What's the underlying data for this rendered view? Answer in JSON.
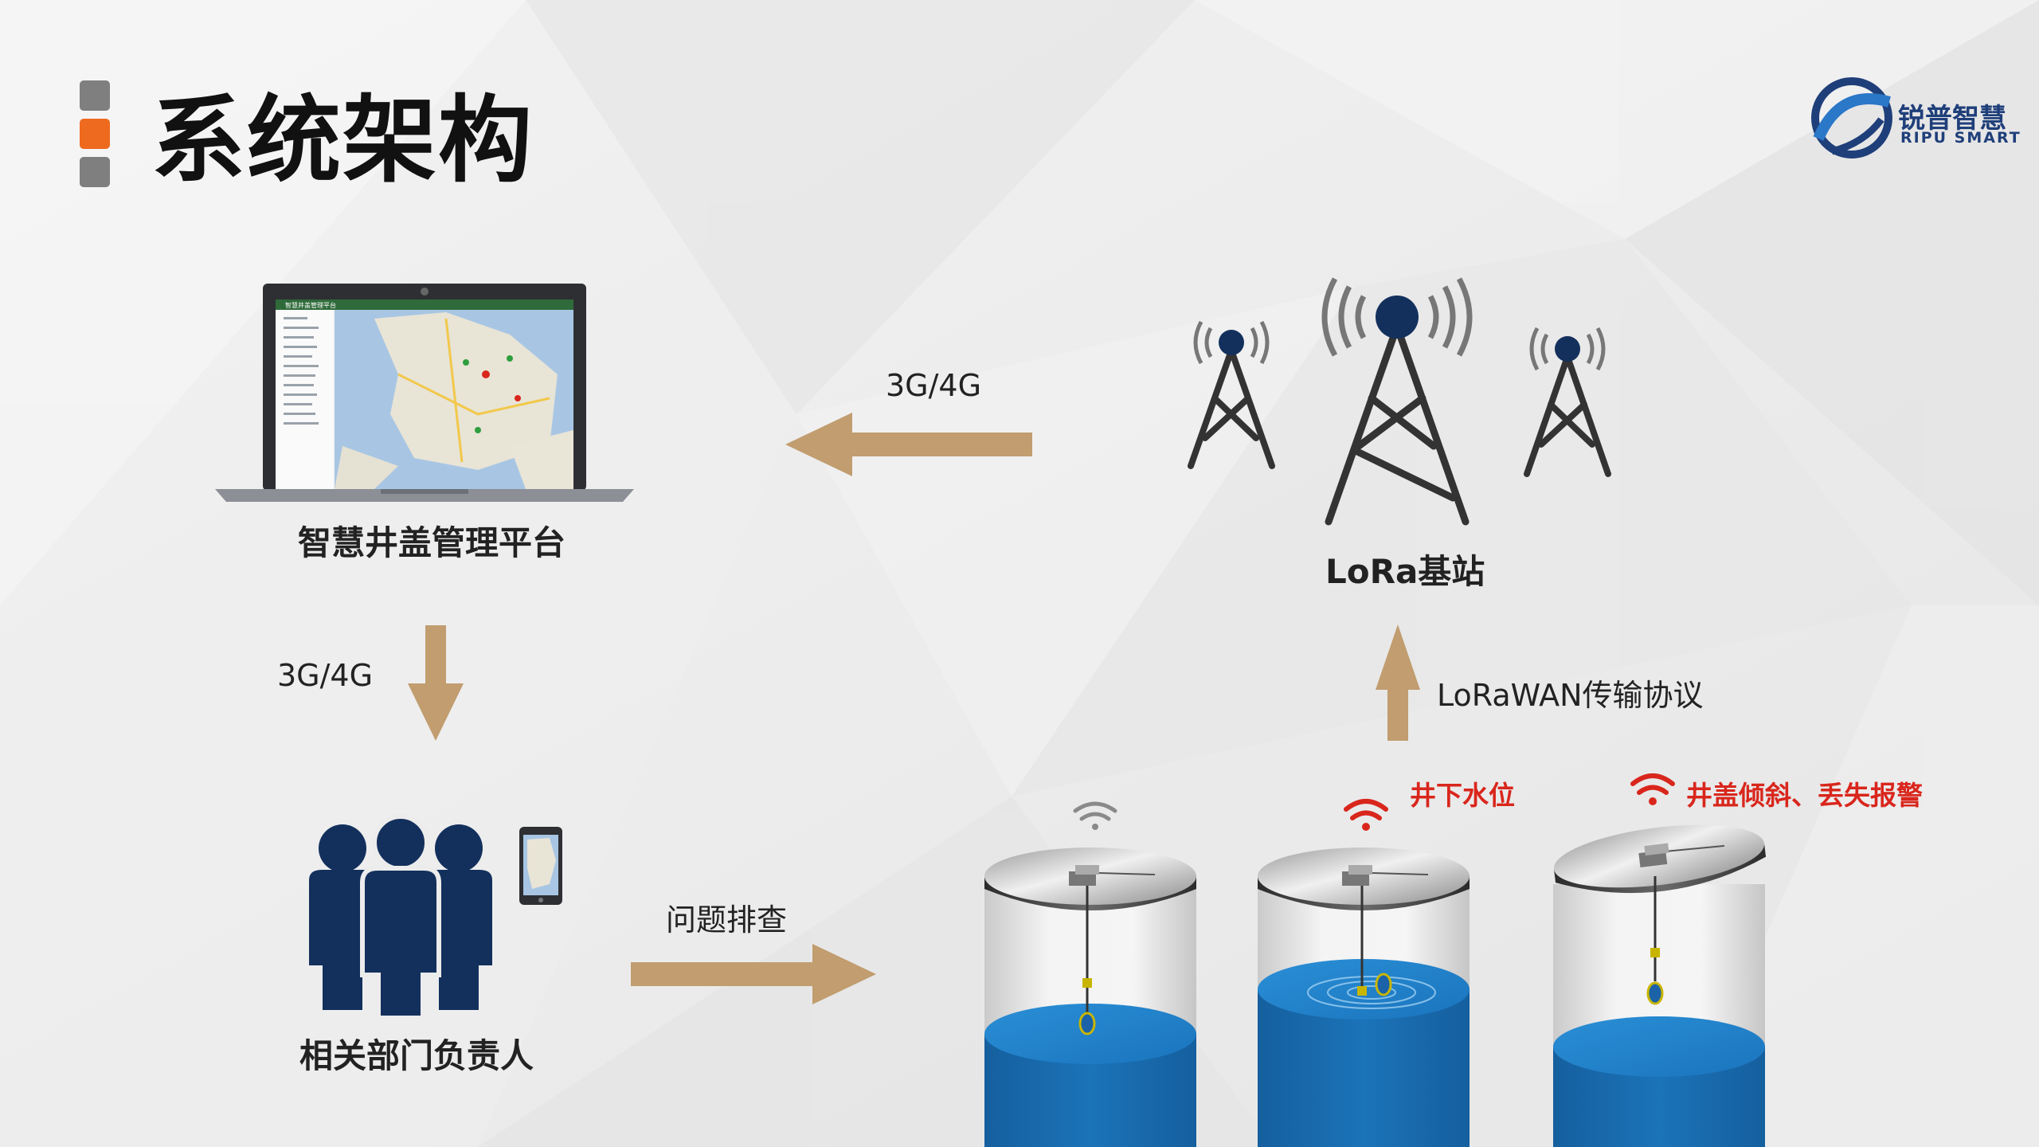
{
  "title": "系统架构",
  "logo": {
    "name": "锐普智慧",
    "sub": "RIPU SMART"
  },
  "nodes": {
    "platform": "智慧井盖管理平台",
    "station": "LoRa基站",
    "people": "相关部门负责人"
  },
  "edges": {
    "station_to_platform": "3G/4G",
    "platform_to_people": "3G/4G",
    "people_to_manholes": "问题排查",
    "manholes_to_station": "LoRaWAN传输协议"
  },
  "alerts": {
    "water_level": "井下水位",
    "tilt_lost": "井盖倾斜、丢失报警"
  },
  "screen_title": "智慧井盖管理平台",
  "colors": {
    "arrow": "#c19d6f",
    "navy": "#13305d",
    "accent": "#ee6a1f",
    "alert": "#d9261c",
    "water": "#1b73b8"
  }
}
